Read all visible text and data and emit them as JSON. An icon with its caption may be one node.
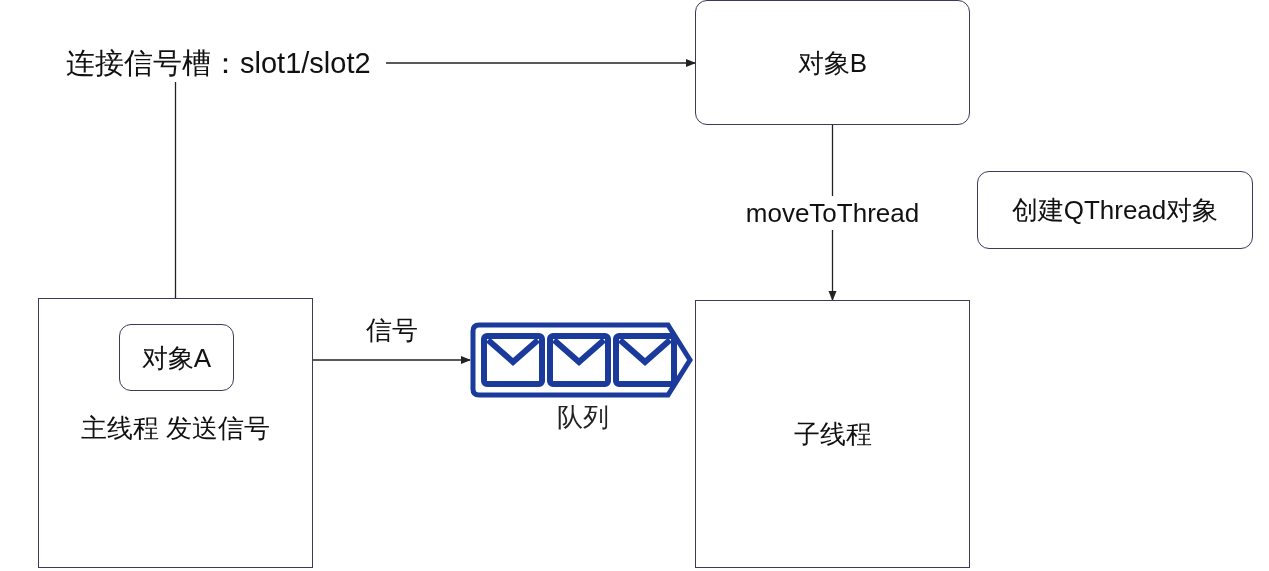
{
  "diagram": {
    "nodes": [
      {
        "text": [
          "连接信号槽：slot1/slot2"
        ]
      },
      {
        "text": [
          "对象B"
        ]
      },
      {
        "text": [
          "创建QThread对象"
        ]
      },
      {
        "text": [
          "主线程 发送信号"
        ]
      },
      {
        "text": [
          "对象A"
        ],
        "in": 3
      },
      {
        "text": [],
        "shape": "picture",
        "beside": [
          "队列"
        ]
      },
      {
        "text": [
          "子线程"
        ]
      }
    ],
    "edges": [
      {
        "from": 0,
        "to": 1,
        "arrow": "to"
      },
      {
        "from": 0,
        "to": 4,
        "arrow": "none"
      },
      {
        "from": 3,
        "to": 5,
        "arrow": "to",
        "label": "信号"
      },
      {
        "from": 1,
        "to": 6,
        "arrow": "to",
        "label": "moveToThread"
      }
    ]
  }
}
